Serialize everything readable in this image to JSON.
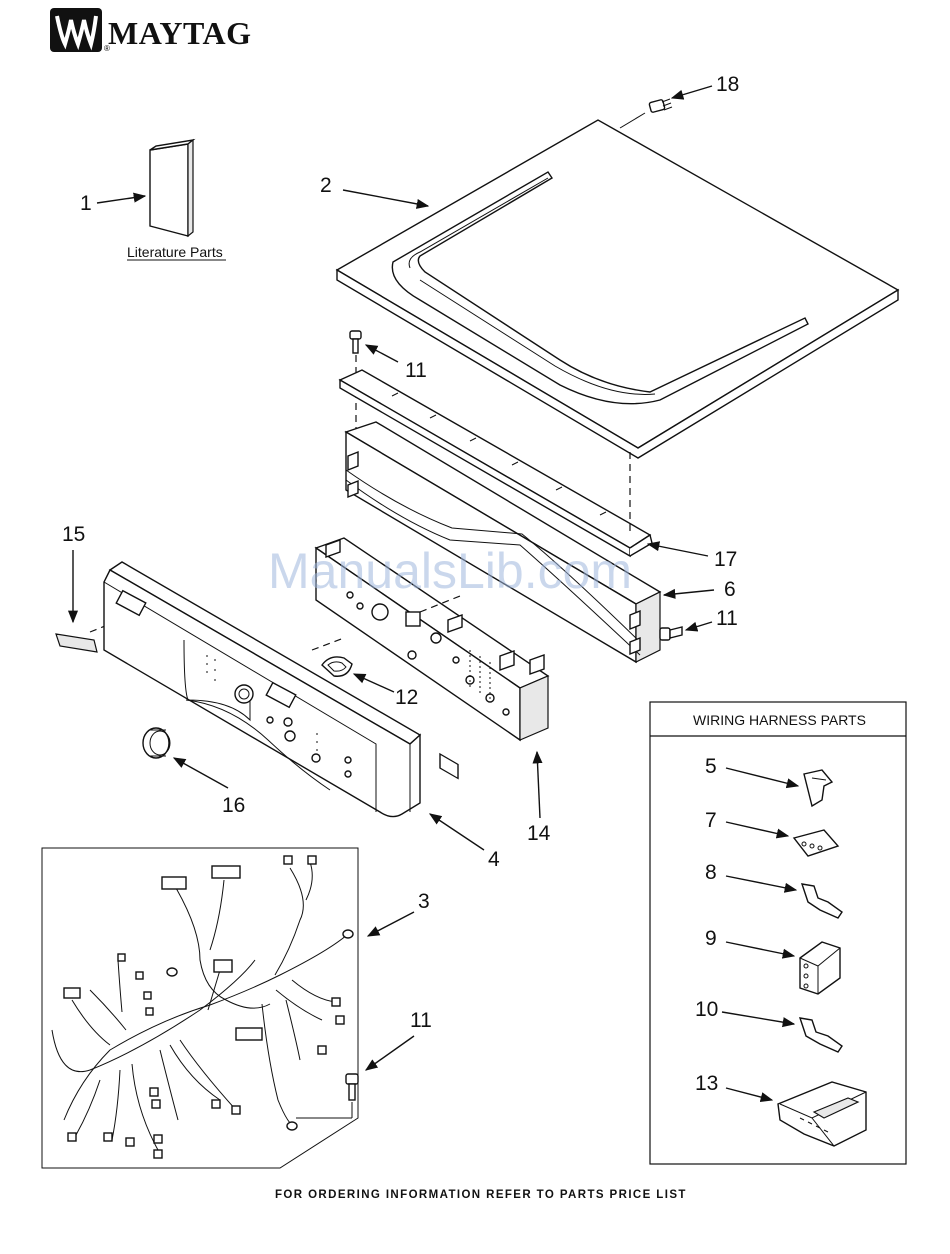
{
  "brand": {
    "logo_text": "MAYTAG",
    "registered_mark": "®"
  },
  "literature": {
    "label": "Literature Parts"
  },
  "watermark": "ManualsLib.com",
  "callouts": {
    "c1": "1",
    "c2": "2",
    "c3": "3",
    "c4": "4",
    "c6": "6",
    "c11a": "11",
    "c11b": "11",
    "c11c": "11",
    "c12": "12",
    "c14": "14",
    "c15": "15",
    "c16": "16",
    "c17": "17",
    "c18": "18"
  },
  "wiring_box": {
    "title": "WIRING HARNESS PARTS",
    "items": [
      {
        "number": "5"
      },
      {
        "number": "7"
      },
      {
        "number": "8"
      },
      {
        "number": "9"
      },
      {
        "number": "10"
      },
      {
        "number": "13"
      }
    ]
  },
  "footer": "FOR ORDERING INFORMATION REFER TO PARTS PRICE LIST"
}
